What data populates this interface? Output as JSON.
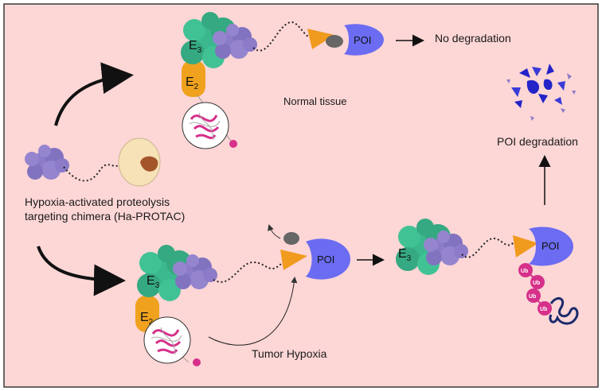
{
  "labels": {
    "no_degradation": "No degradation",
    "normal_tissue": "Normal tissue",
    "poi_degradation": "POI degradation",
    "ha_protac_line1": "Hypoxia-activated proteolysis",
    "ha_protac_line2": "targeting chimera (Ha-PROTAC)",
    "tumor_hypoxia": "Tumor Hypoxia"
  },
  "proteins": {
    "poi": "POI",
    "e3_letter": "E",
    "e3_sub": "3",
    "e2_letter": "E",
    "e2_sub": "2",
    "ub": "Ub"
  },
  "colors": {
    "background": "#fdd6d6",
    "border": "#3a3a3a",
    "e3_green": "#3cb88e",
    "e2_orange": "#f0a21e",
    "poi_blue": "#6b6cf2",
    "ligand_purple": "#8b7bc8",
    "warhead_orange": "#f09a1e",
    "ub_pink": "#d6308a",
    "cage_cream": "#f7e2b8",
    "caged_brown": "#a5552a",
    "fragment_blue": "#2323c8"
  }
}
